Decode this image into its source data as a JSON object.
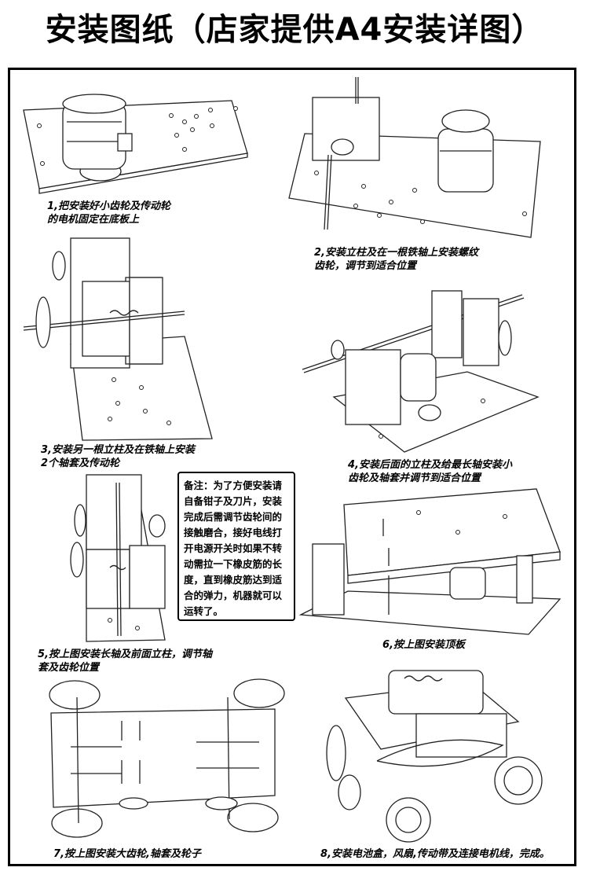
{
  "title": "安装图纸（店家提供A4安装详图）",
  "steps": [
    {
      "caption": "1,把安装好小齿轮及传动轮\n的电机固定在底板上"
    },
    {
      "caption": "2,安装立柱及在一根铁轴上安装螺纹\n齿轮，调节到适合位置"
    },
    {
      "caption": "3,安装另一根立柱及在铁轴上安装\n2个轴套及传动轮"
    },
    {
      "caption": "4,安装后面的立柱及给最长轴安装小\n齿轮及轴套并调节到适合位置"
    },
    {
      "caption": "5,按上图安装长轴及前面立柱，调节轴\n套及齿轮位置"
    },
    {
      "caption": "6,按上图安装顶板"
    },
    {
      "caption": "7,按上图安装大齿轮,轴套及轮子"
    },
    {
      "caption": "8,安装电池盒，风扇,传动带及连接电机线，完成。"
    }
  ],
  "note": "备注：为了方便安装请自备钳子及刀片，安装完成后需调节齿轮间的接触磨合，接好电线打开电源开关时如果不转动需拉一下橡皮筋的长度，直到橡皮筋达到适合的弹力，机器就可以运转了。"
}
